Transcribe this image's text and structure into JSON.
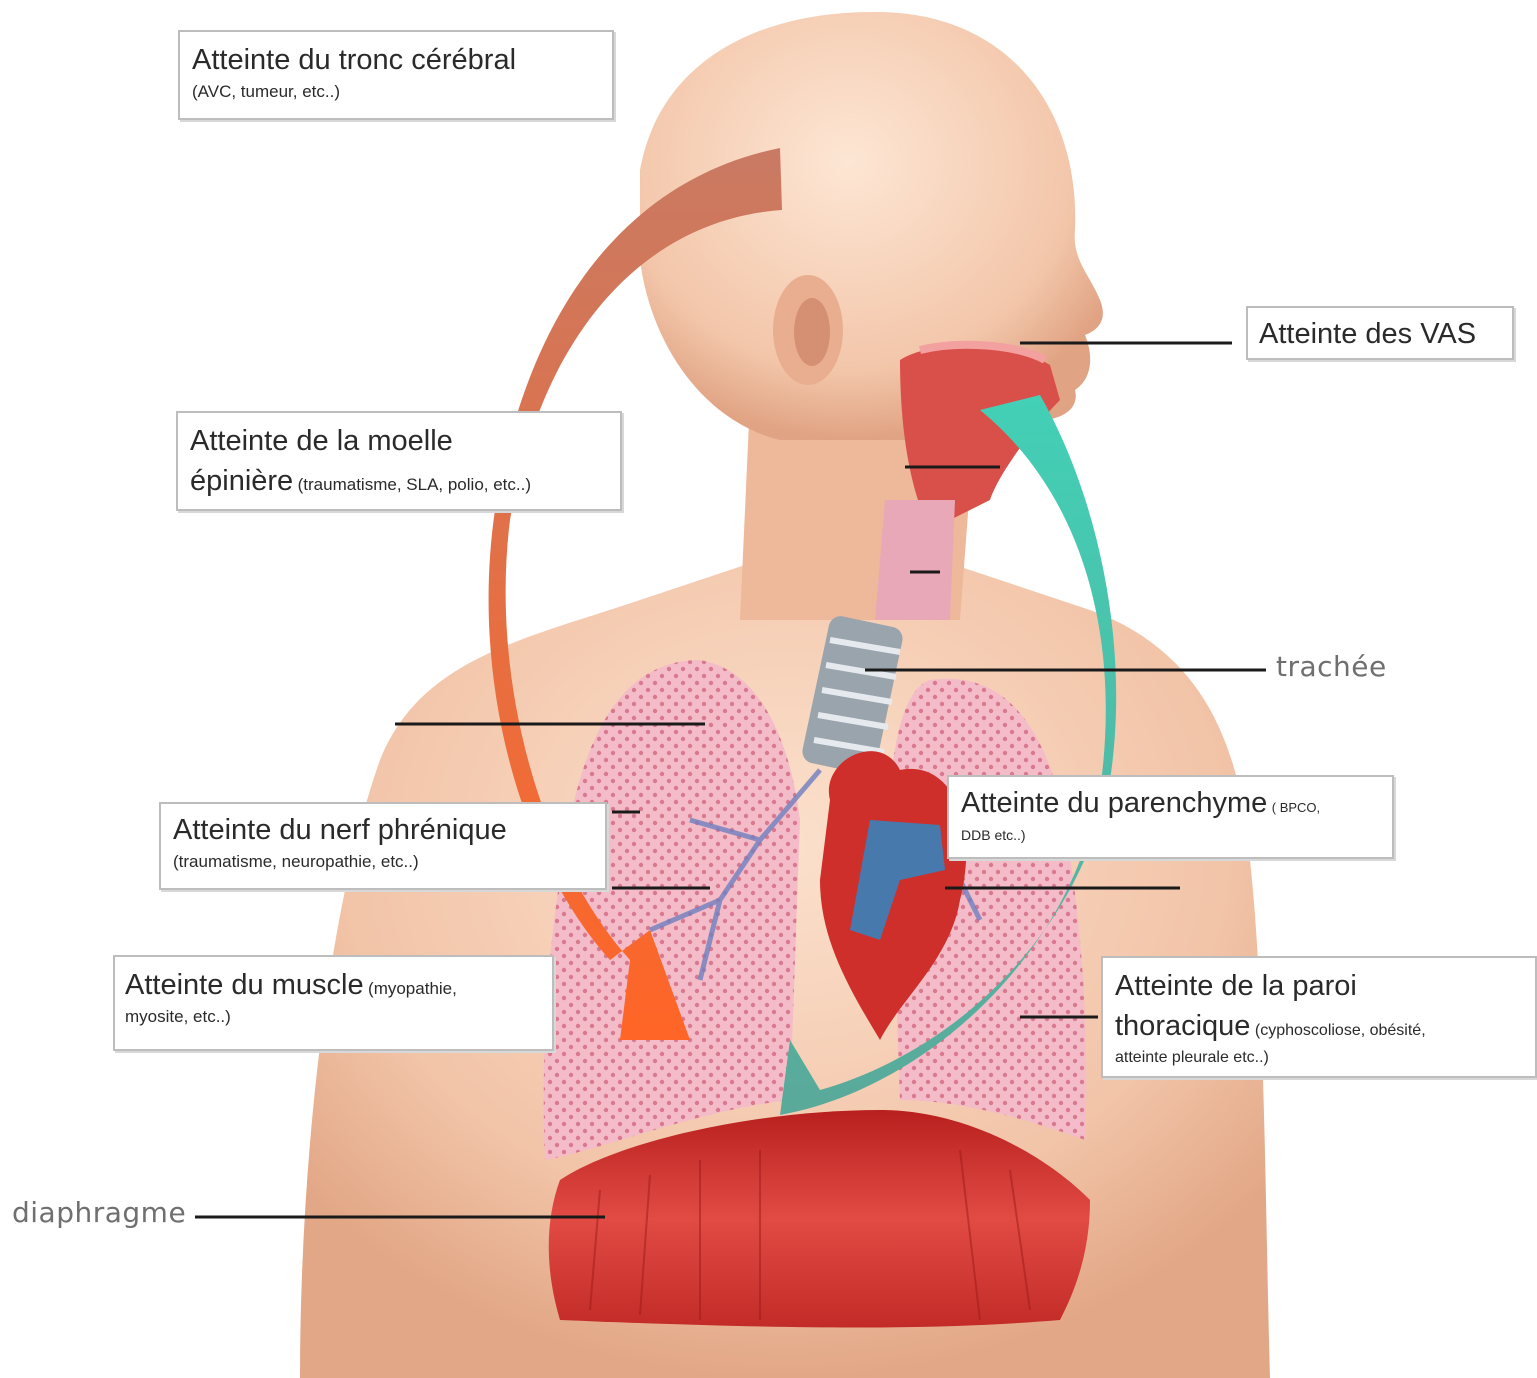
{
  "labels": {
    "tronc": {
      "title": "Atteinte du tronc cérébral",
      "detail": "(AVC, tumeur, etc..)"
    },
    "vas": {
      "title": "Atteinte des VAS"
    },
    "moelle": {
      "title_line1": "Atteinte de la moelle",
      "title_line2": "épinière",
      "detail": "(traumatisme, SLA, polio, etc..)"
    },
    "nerf": {
      "title": "Atteinte du nerf phrénique",
      "detail": "(traumatisme, neuropathie, etc..)"
    },
    "parenchyme": {
      "title": "Atteinte du parenchyme",
      "detail_inline": "( BPCO,",
      "detail_line2": "DDB etc..)"
    },
    "muscle": {
      "title": "Atteinte du muscle",
      "detail_inline": "(myopathie,",
      "detail_line2": "myosite, etc..)"
    },
    "paroi": {
      "title_line1": "Atteinte de la paroi",
      "title_line2": "thoracique",
      "detail_inline": "(cyphoscoliose, obésité,",
      "detail_line3": "atteinte pleurale etc..)"
    },
    "trachee": "trachée",
    "diaphragme": "diaphragme"
  },
  "colors": {
    "skin": "#f2c7ad",
    "skin_shadow": "#e3a98a",
    "lung": "#f0b3c0",
    "lung_dots": "#d9788e",
    "diaphragm": "#d83a36",
    "heart": "#d2322d",
    "vessel_blue": "#2f86c4",
    "arrow_left_top": "#c97a63",
    "arrow_left_bottom": "#ff6526",
    "arrow_right": "#3fc6b0",
    "leader_line": "#1a1a1a"
  },
  "arrows": [
    {
      "name": "brainstem-to-muscle",
      "direction": "down-left-curve"
    },
    {
      "name": "airway-to-thorax",
      "direction": "down-right-curve"
    }
  ]
}
